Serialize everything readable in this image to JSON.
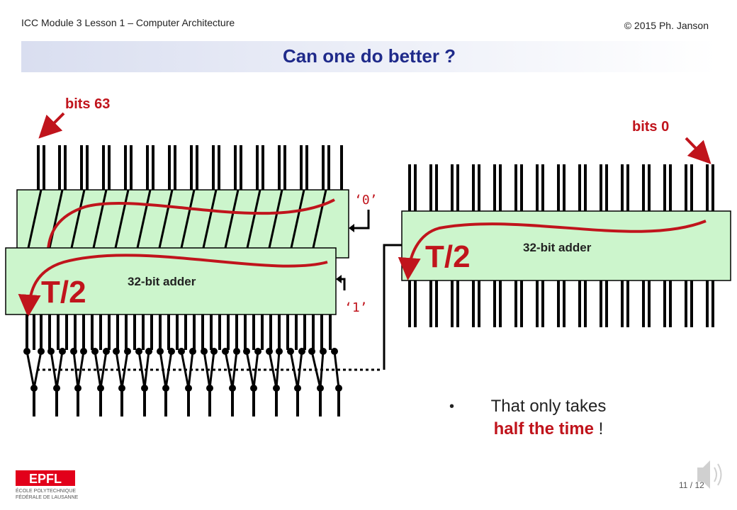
{
  "header": {
    "left": "ICC Module 3 Lesson 1 – Computer Architecture",
    "right": "© 2015 Ph. Janson"
  },
  "title": "Can one do better ?",
  "labels": {
    "bits_high": "bits 63",
    "bits_low": "bits 0",
    "carry_zero": "‘0’",
    "carry_one": "‘1’",
    "adder_left": "32-bit adder",
    "adder_right": "32-bit adder",
    "time_left": "T/2",
    "time_right": "T/2"
  },
  "bullet": {
    "line1": "That only takes",
    "highlight": "half the time",
    "suffix": " !"
  },
  "footer": {
    "logo_text": "EPFL",
    "logo_sub1": "ÉCOLE POLYTECHNIQUE",
    "logo_sub2": "FÉDÉRALE DE LAUSANNE",
    "page": "11 / 12"
  },
  "colors": {
    "accent_red": "#c0141c",
    "title_blue": "#1f2a8a",
    "adder_fill": "#ccf5cc"
  }
}
